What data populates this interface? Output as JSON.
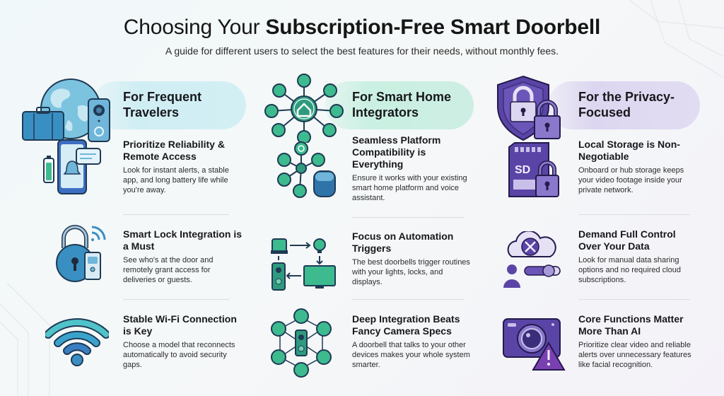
{
  "header": {
    "title_light": "Choosing Your",
    "title_bold": "Subscription-Free Smart Doorbell",
    "subtitle": "A guide for different users to select the best features for their needs, without monthly fees."
  },
  "colors": {
    "travelers_accent": "#3a9fc8",
    "smart_home_accent": "#2fae8e",
    "privacy_accent": "#5a45a6"
  },
  "columns": [
    {
      "title": "For Frequent Travelers",
      "hero_icon": "globe-suitcase-doorbell-icon",
      "items": [
        {
          "icon": "phone-notification-battery-icon",
          "heading": "Prioritize Reliability & Remote Access",
          "body": "Look for instant alerts, a stable app, and long battery life while you're away."
        },
        {
          "icon": "smart-lock-icon",
          "heading": "Smart Lock Integration is a Must",
          "body": "See who's at the door and remotely grant access for deliveries or guests."
        },
        {
          "icon": "wifi-icon",
          "heading": "Stable Wi-Fi Connection is Key",
          "body": "Choose a model that reconnects automatically to avoid security gaps."
        }
      ]
    },
    {
      "title": "For Smart Home Integrators",
      "hero_icon": "smart-home-hub-icon",
      "items": [
        {
          "icon": "platform-network-speaker-icon",
          "heading": "Seamless Platform Compatibility is Everything",
          "body": "Ensure it works with your existing smart home platform and voice assistant."
        },
        {
          "icon": "automation-trigger-icon",
          "heading": "Focus on Automation Triggers",
          "body": "The best doorbells trigger routines with your lights, locks, and displays."
        },
        {
          "icon": "device-integration-network-icon",
          "heading": "Deep Integration Beats Fancy Camera Specs",
          "body": "A doorbell that talks to your other devices makes your whole system smarter."
        }
      ]
    },
    {
      "title": "For the Privacy-Focused",
      "hero_icon": "shield-lock-icon",
      "items": [
        {
          "icon": "sd-card-lock-icon",
          "sd_label": "SD",
          "heading": "Local Storage is Non-Negotiable",
          "body": "Onboard or hub storage keeps your video footage inside your private network."
        },
        {
          "icon": "cloud-off-user-toggle-icon",
          "heading": "Demand Full Control Over Your Data",
          "body": "Look for manual data sharing options and no required cloud subscriptions."
        },
        {
          "icon": "camera-warning-icon",
          "heading": "Core Functions Matter More Than AI",
          "body": "Prioritize clear video and reliable alerts over unnecessary features like facial recognition."
        }
      ]
    }
  ]
}
